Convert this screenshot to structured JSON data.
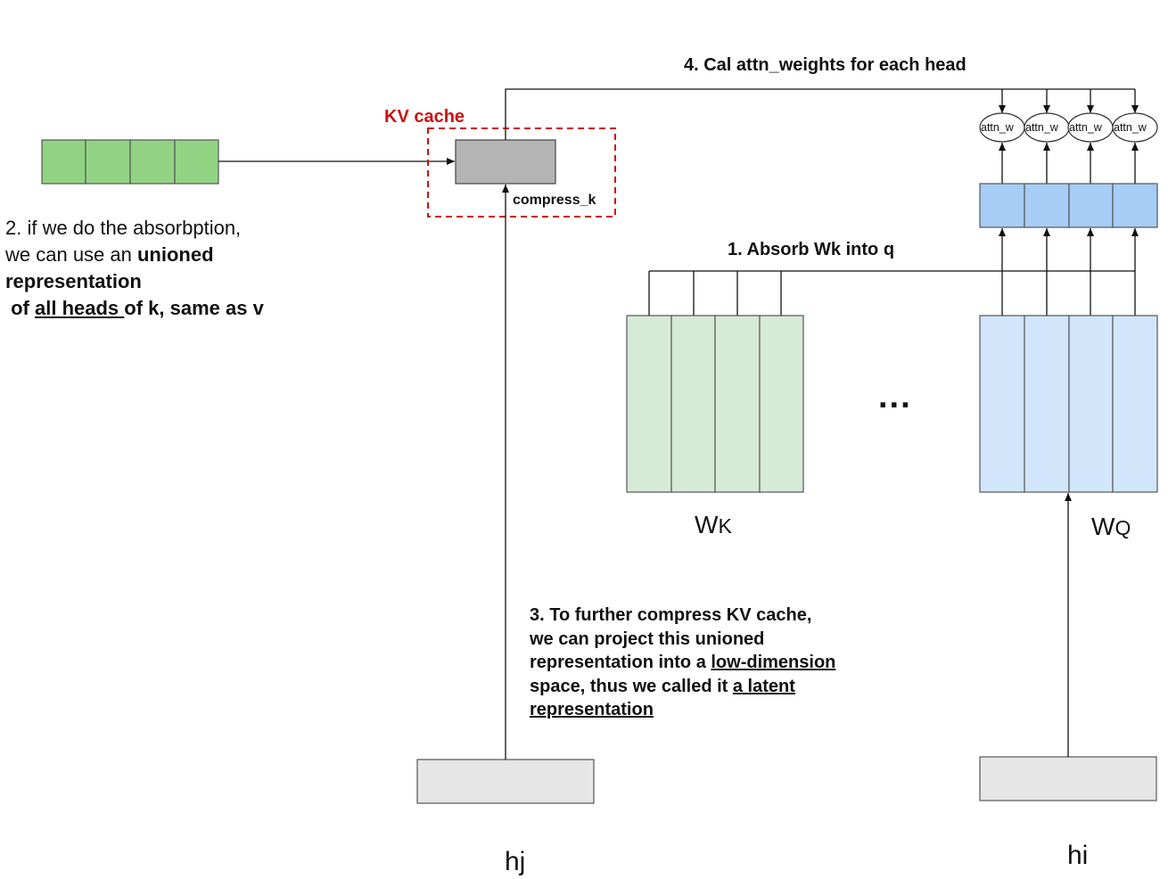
{
  "labels": {
    "step4": "4. Cal attn_weights for each head",
    "kv_cache": "KV cache",
    "compress_k": "compress_k",
    "step1": "1. Absorb Wk into q",
    "ellipsis": "...",
    "wk_main": "W",
    "wk_sub": "K",
    "wq_main": "W",
    "wq_sub": "Q",
    "hj": "hj",
    "hi": "hi",
    "attn_nodes": [
      "attn_w",
      "attn_w",
      "attn_w",
      "attn_w"
    ]
  },
  "note2": {
    "line1": "2. if we do the absorbption,",
    "line2_a": "we can use an ",
    "line2_b": "unioned",
    "line3": "representation",
    "line4_a": " of ",
    "line4_b": "all heads ",
    "line4_c": "of k, same as v"
  },
  "note3": {
    "line1": "3. To further compress KV cache,",
    "line2": "we can project this unioned",
    "line3_a": "representation into a ",
    "line3_b": "low-dimension",
    "line4_a": "space, thus we called it ",
    "line4_b": "a latent",
    "line5": "representation"
  },
  "colors": {
    "green_strong": "#92d383",
    "green_light": "#d6ebd5",
    "blue_strong": "#a6cdf6",
    "blue_light": "#d2e6fb",
    "gray_cache": "#b4b4b4",
    "gray_input": "#e6e6e6",
    "kv_dash": "#cc1111",
    "line": "#111111"
  }
}
